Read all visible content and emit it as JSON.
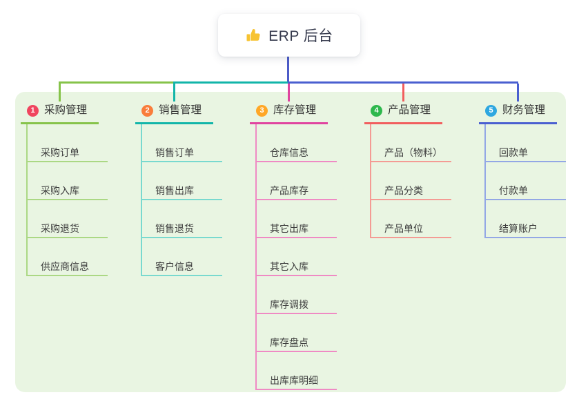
{
  "root": {
    "label": "ERP 后台",
    "icon": "thumbs-up-icon",
    "icon_color": "#f7c331"
  },
  "colors": {
    "canvas_bg": "#ffffff",
    "panel_bg": "#e9f5e2",
    "root_line": "#4c5bc8",
    "header_text": "#333333",
    "child_text": "#3d3d3d"
  },
  "branches": [
    {
      "badge": "1",
      "label": "采购管理",
      "badge_color": "#f0455e",
      "line_color": "#86c34a",
      "child_line_color": "#abd884",
      "children": [
        "采购订单",
        "采购入库",
        "采购退货",
        "供应商信息"
      ]
    },
    {
      "badge": "2",
      "label": "销售管理",
      "badge_color": "#f97d3b",
      "line_color": "#12b5a9",
      "child_line_color": "#79d9cf",
      "children": [
        "销售订单",
        "销售出库",
        "销售退货",
        "客户信息"
      ]
    },
    {
      "badge": "3",
      "label": "库存管理",
      "badge_color": "#ffa726",
      "line_color": "#e0449f",
      "child_line_color": "#ef8ac4",
      "children": [
        "仓库信息",
        "产品库存",
        "其它出库",
        "其它入库",
        "库存调拨",
        "库存盘点",
        "出库库明细"
      ]
    },
    {
      "badge": "4",
      "label": "产品管理",
      "badge_color": "#2eb84d",
      "line_color": "#f15e5e",
      "child_line_color": "#f49b94",
      "children": [
        "产品（物料）",
        "产品分类",
        "产品单位"
      ]
    },
    {
      "badge": "5",
      "label": "财务管理",
      "badge_color": "#2ea7e0",
      "line_color": "#4a5fd0",
      "child_line_color": "#93a7e5",
      "children": [
        "回款单",
        "付款单",
        "结算账户"
      ]
    }
  ]
}
